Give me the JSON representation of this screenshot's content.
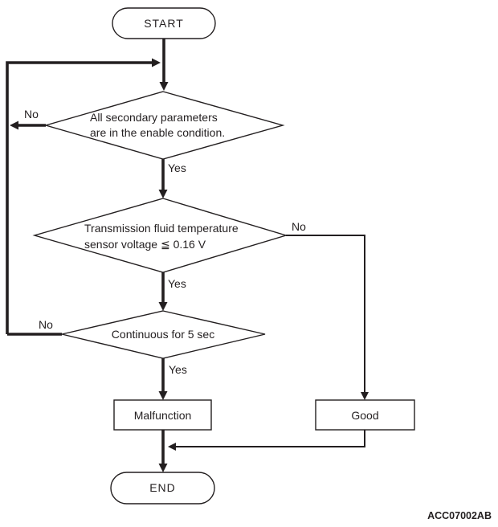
{
  "figure": {
    "code": "ACC07002AB"
  },
  "colors": {
    "line": "#231f20",
    "background": "#ffffff"
  },
  "flowchart": {
    "start": {
      "label": "START"
    },
    "end": {
      "label": "END"
    },
    "decisions": [
      {
        "id": "secondary-parameters-check",
        "line1": "All secondary parameters",
        "line2": "are in the enable condition.",
        "yes_label": "Yes",
        "no_label": "No"
      },
      {
        "id": "fluid-temp-sensor-voltage-check",
        "line1": "Transmission fluid temperature",
        "line2": "sensor voltage ≦ 0.16 V",
        "yes_label": "Yes",
        "no_label": "No"
      },
      {
        "id": "continuous-check",
        "line1": "Continuous for 5 sec",
        "yes_label": "Yes",
        "no_label": "No"
      }
    ],
    "outcomes": [
      {
        "id": "malfunction",
        "label": "Malfunction"
      },
      {
        "id": "good",
        "label": "Good"
      }
    ]
  }
}
